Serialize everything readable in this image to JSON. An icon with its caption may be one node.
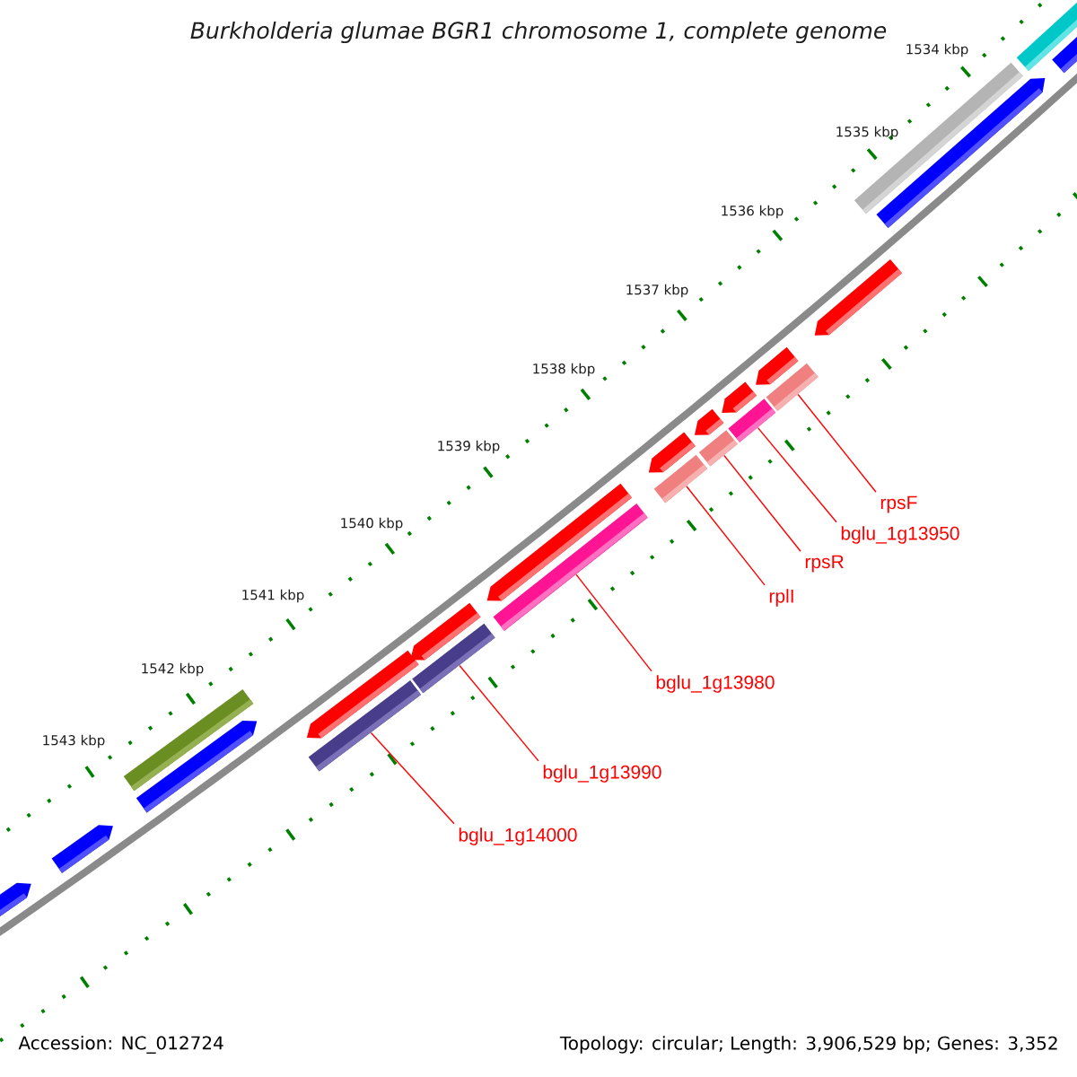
{
  "diagram": {
    "title": "Burkholderia glumae BGR1 chromosome 1, complete genome",
    "nodes": [
      {
        "text": [
          "rpsF"
        ]
      },
      {
        "text": [
          "bglu_1g13950"
        ]
      },
      {
        "text": [
          "rpsR"
        ]
      },
      {
        "text": [
          "rplI"
        ]
      },
      {
        "text": [
          "bglu_1g13980"
        ]
      },
      {
        "text": [
          "bglu_1g13990"
        ]
      },
      {
        "text": [
          "bglu_1g14000"
        ]
      },
      {
        "text": [],
        "shape": "bar"
      },
      {
        "text": [],
        "shape": "bar"
      },
      {
        "text": [],
        "shape": "bar"
      },
      {
        "text": [],
        "shape": "bar"
      },
      {
        "text": [],
        "shape": "bar"
      },
      {
        "text": [],
        "shape": "bar"
      },
      {
        "text": [],
        "shape": "bar"
      }
    ],
    "edges": [
      {
        "from": 0,
        "to": 7,
        "arrow": "none"
      },
      {
        "from": 1,
        "to": 8,
        "arrow": "none"
      },
      {
        "from": 2,
        "to": 9,
        "arrow": "none"
      },
      {
        "from": 3,
        "to": 10,
        "arrow": "none"
      },
      {
        "from": 4,
        "to": 11,
        "arrow": "none"
      },
      {
        "from": 5,
        "to": 12,
        "arrow": "none"
      },
      {
        "from": 6,
        "to": 13,
        "arrow": "none"
      }
    ],
    "labels": [
      "1534 kbp",
      "1535 kbp",
      "1536 kbp",
      "1537 kbp",
      "1538 kbp",
      "1539 kbp",
      "1540 kbp",
      "1541 kbp",
      "1542 kbp",
      "1543 kbp",
      "Accession: NC_012724",
      "Topology: circular; Length: 3,906,529 bp; Genes: 3,352"
    ]
  }
}
